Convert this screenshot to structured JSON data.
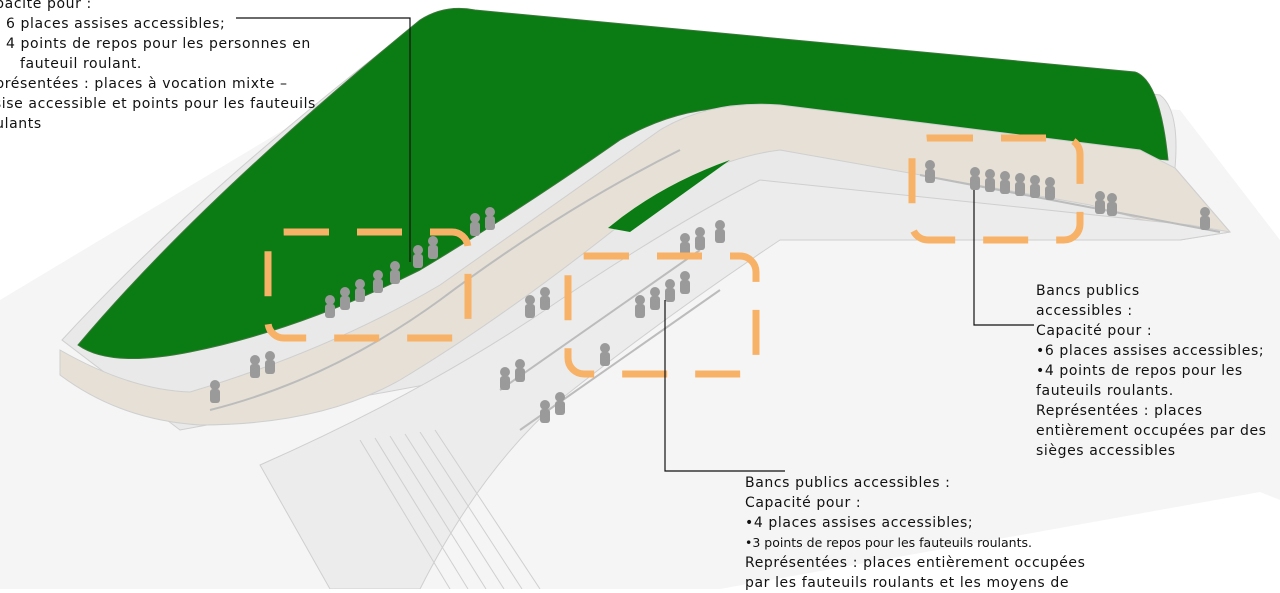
{
  "colors": {
    "lawn": "#0a7a12",
    "highlight": "#f7b267",
    "paving": "#e8e3dc",
    "ground": "#f4f4f4",
    "leader": "#111111"
  },
  "annotations": {
    "left": {
      "lines": [
        "apacité pour :"
      ],
      "bullets": [
        "6 places assises accessibles;",
        "4 points de repos pour les personnes en"
      ],
      "bullet_cont": "fauteuil roulant.",
      "tail": [
        "eprésentées : places à vocation mixte –",
        "ssise accessible et points pour les fauteuils",
        "oulants"
      ]
    },
    "right": {
      "lines": [
        "Bancs publics",
        "accessibles :",
        "Capacité pour :",
        "•6 places assises accessibles;",
        "•4 points de repos pour les",
        "fauteuils roulants.",
        "Représentées : places",
        "entièrement occupées par des",
        "sièges accessibles"
      ]
    },
    "center": {
      "lines": [
        "Bancs publics accessibles :",
        "Capacité pour :",
        "•4 places assises accessibles;"
      ],
      "small_line": "•3 points de repos pour les fauteuils roulants.",
      "tail": [
        "Représentées : places entièrement occupées",
        "par les fauteuils roulants et les moyens de"
      ]
    }
  }
}
